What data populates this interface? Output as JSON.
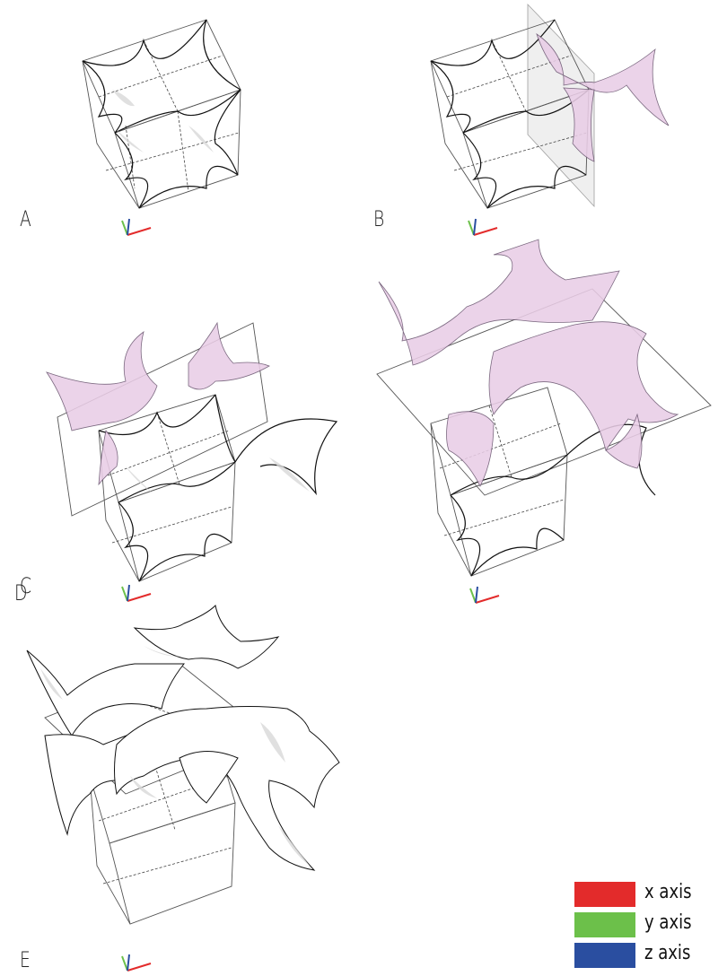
{
  "panels": [
    {
      "label": "A"
    },
    {
      "label": "B"
    },
    {
      "label": "C"
    },
    {
      "label": "D"
    },
    {
      "label": "E"
    }
  ],
  "legend": {
    "items": [
      {
        "label": "x axis",
        "color": "#e32b2b"
      },
      {
        "label": "y axis",
        "color": "#6cc04a"
      },
      {
        "label": "z axis",
        "color": "#2a4ea0"
      }
    ]
  },
  "colors": {
    "surface_highlight": "#e9cde6",
    "surface_base": "#ffffff",
    "edge": "#111111"
  }
}
